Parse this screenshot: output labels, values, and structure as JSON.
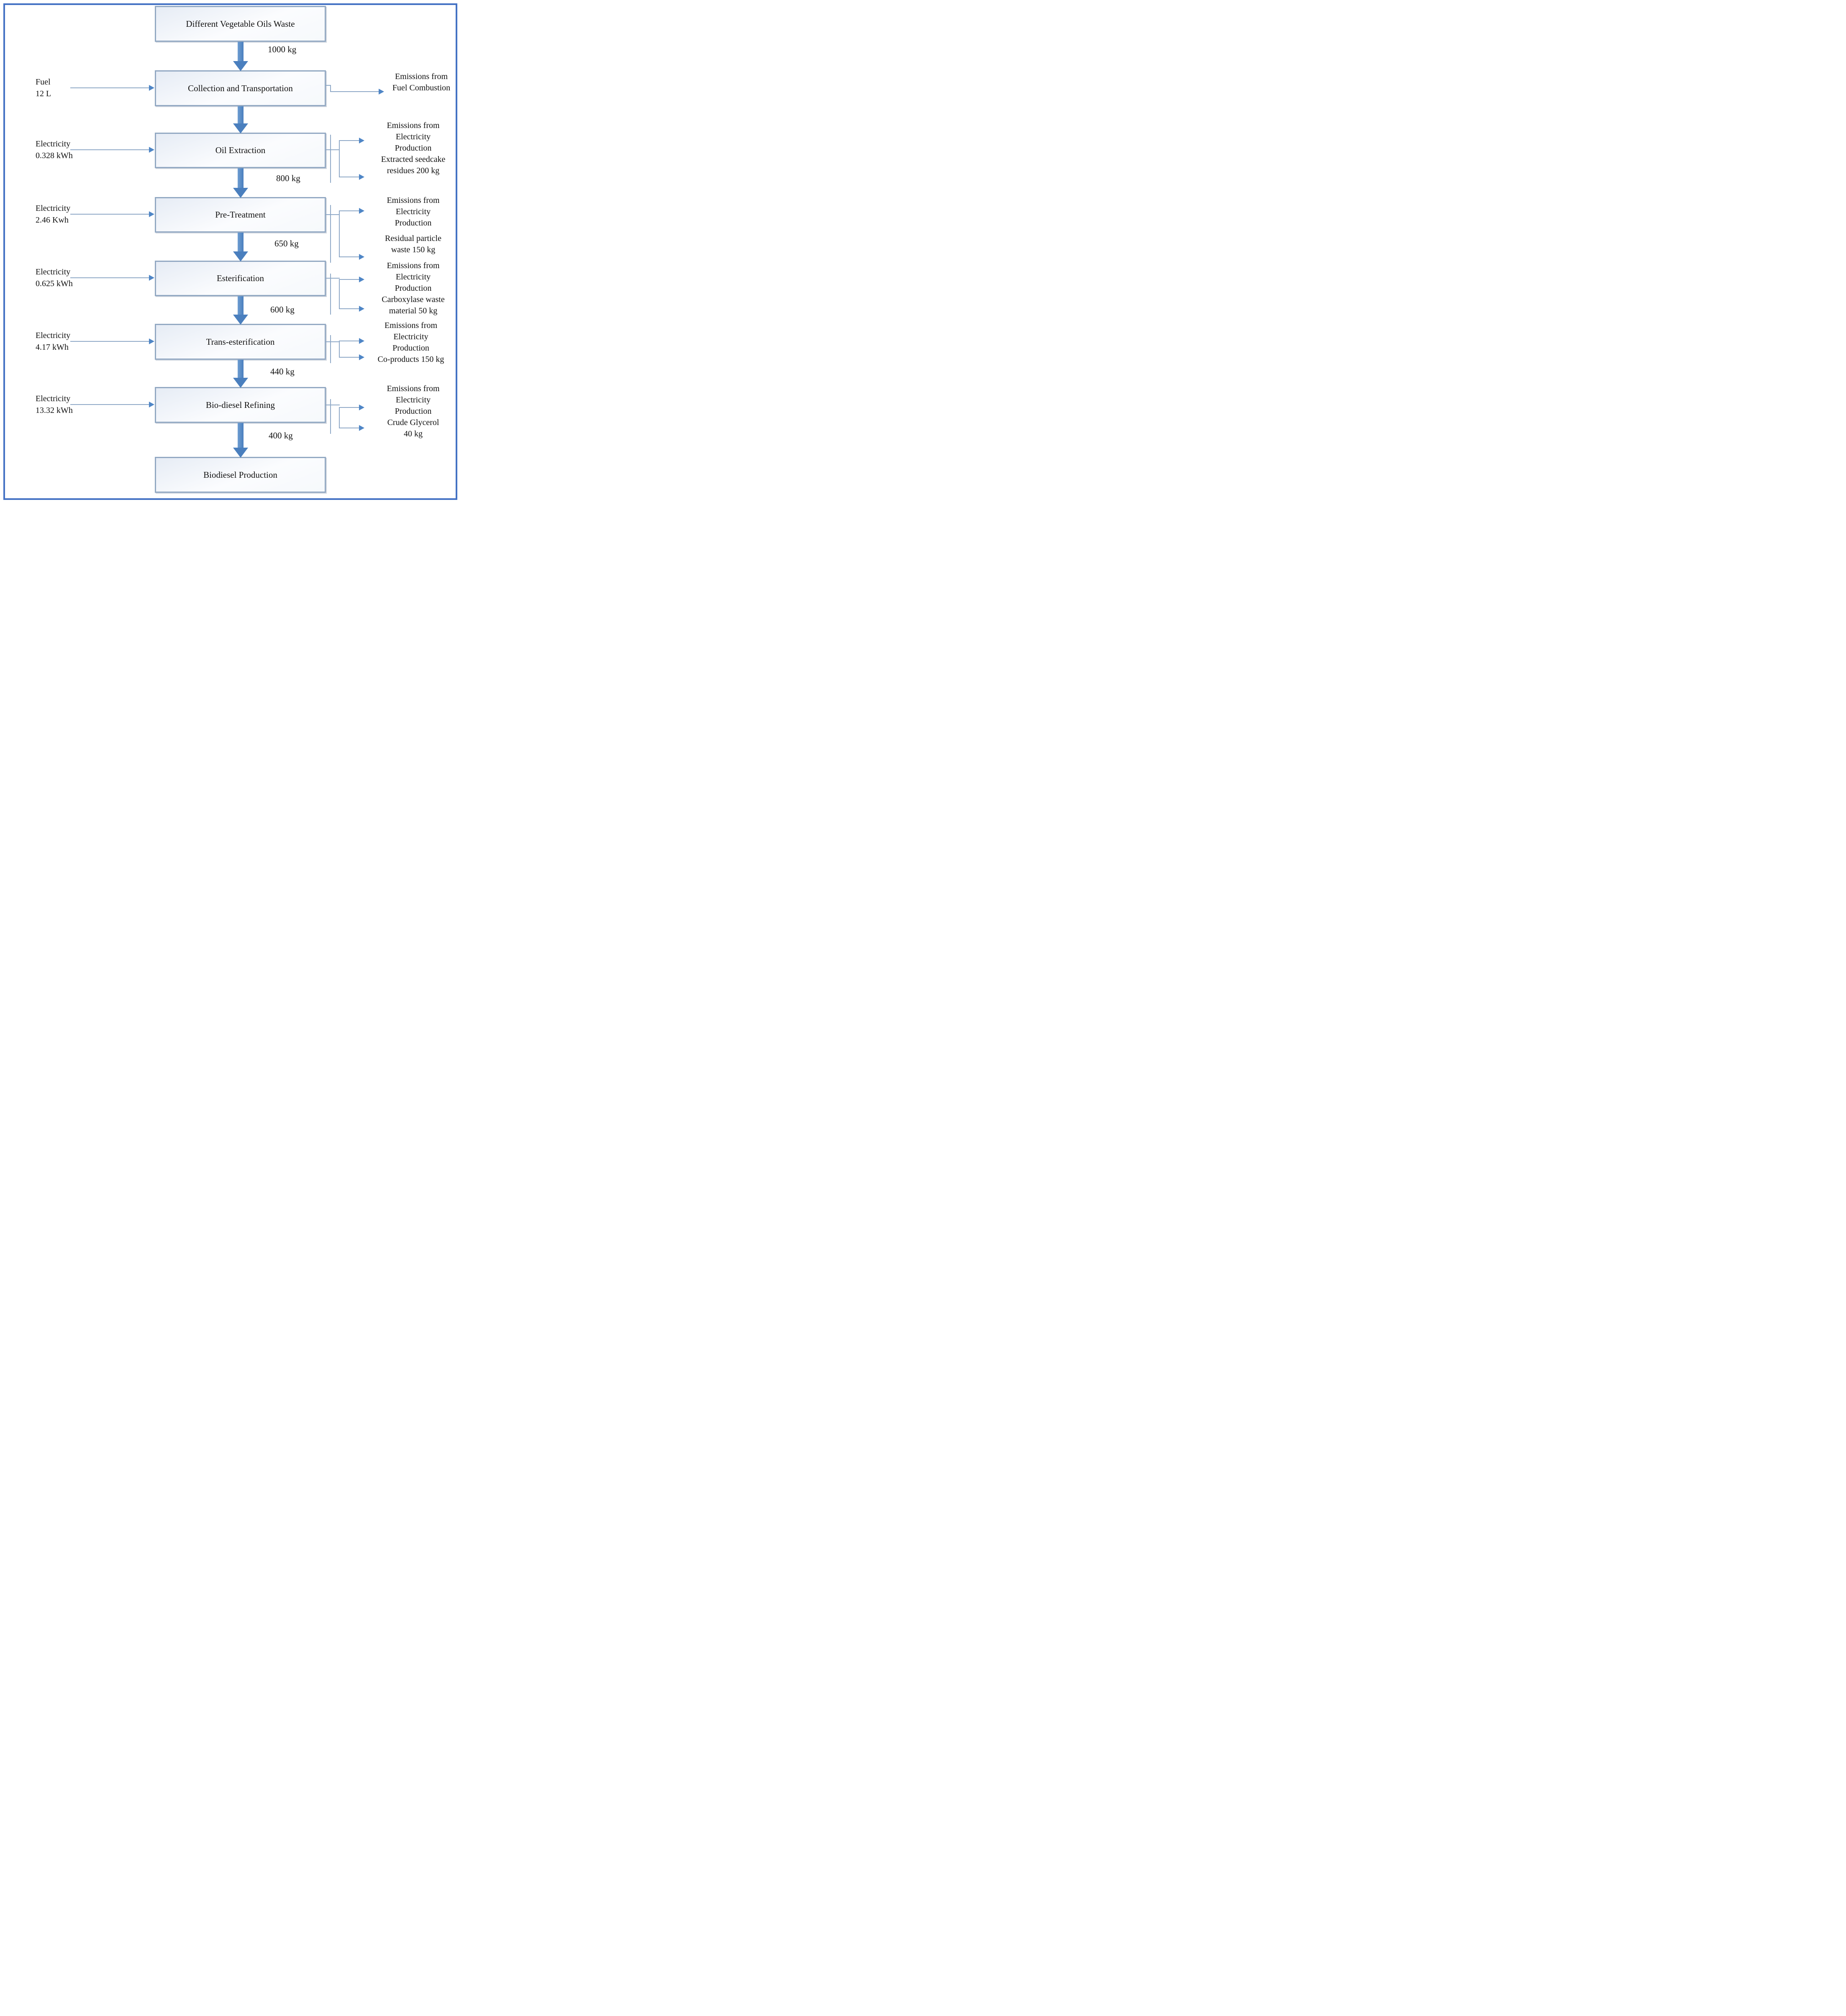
{
  "flow": {
    "nodes": [
      {
        "label": "Different Vegetable Oils Waste"
      },
      {
        "label": "Collection and Transportation"
      },
      {
        "label": "Oil Extraction"
      },
      {
        "label": "Pre-Treatment"
      },
      {
        "label": "Esterification"
      },
      {
        "label": "Trans-esterification"
      },
      {
        "label": "Bio-diesel Refining"
      },
      {
        "label": "Biodiesel Production"
      }
    ],
    "mass_labels": [
      "1000 kg",
      "800 kg",
      "650 kg",
      "600 kg",
      "440 kg",
      "400 kg"
    ],
    "inputs": [
      {
        "lines": [
          "Fuel",
          "12 L"
        ]
      },
      {
        "lines": [
          "Electricity",
          "0.328 kWh"
        ]
      },
      {
        "lines": [
          "Electricity",
          "2.46 Kwh"
        ]
      },
      {
        "lines": [
          "Electricity",
          "0.625 kWh"
        ]
      },
      {
        "lines": [
          "Electricity",
          "4.17 kWh"
        ]
      },
      {
        "lines": [
          "Electricity",
          "13.32 kWh"
        ]
      }
    ],
    "outputs": [
      {
        "blocks": [
          [
            "Emissions from",
            "Fuel Combustion"
          ]
        ]
      },
      {
        "blocks": [
          [
            "Emissions from",
            "Electricity",
            "Production",
            "Extracted seedcake",
            "residues 200 kg"
          ]
        ]
      },
      {
        "blocks": [
          [
            "Emissions from",
            "Electricity",
            "Production"
          ],
          [
            "Residual particle",
            "waste 150 kg"
          ]
        ]
      },
      {
        "blocks": [
          [
            "Emissions from",
            "Electricity",
            "Production",
            "Carboxylase waste",
            "material 50 kg"
          ]
        ]
      },
      {
        "blocks": [
          [
            "Emissions from",
            "Electricity",
            "Production",
            "Co-products 150 kg"
          ]
        ]
      },
      {
        "blocks": [
          [
            "Emissions from",
            "Electricity",
            "Production",
            "Crude Glycerol",
            "40 kg"
          ]
        ]
      }
    ],
    "colors": {
      "frame_border": "#4472c4",
      "box_border": "#93a9c3",
      "thick_arrow": "#4a7fbe",
      "thin_line": "#8fa9c7",
      "thin_head": "#4f86c6",
      "text": "#111111"
    }
  }
}
